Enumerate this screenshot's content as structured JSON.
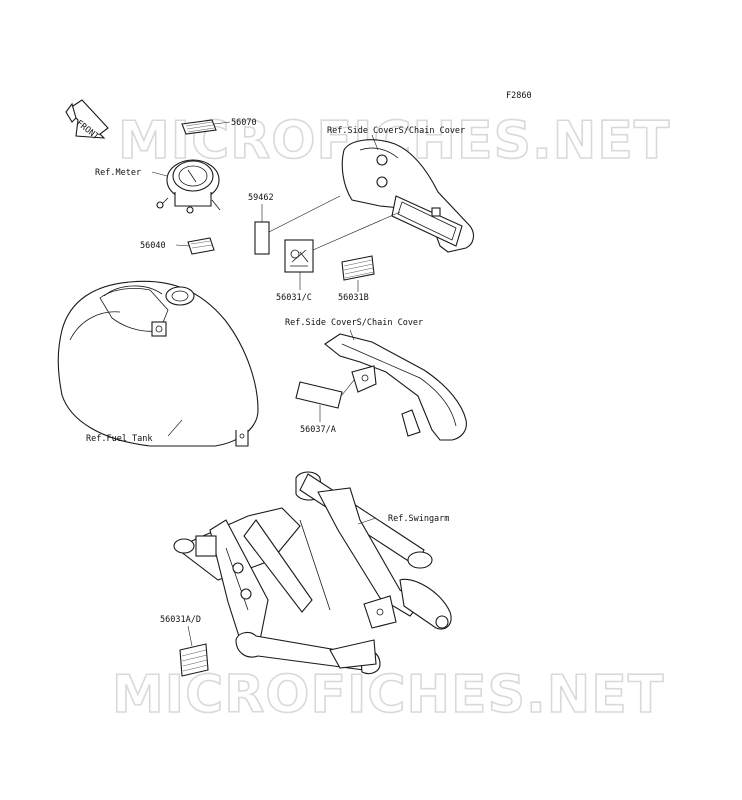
{
  "figure_id": "F2860",
  "watermark": "MICROFICHES.NET",
  "front_arrow_label": "FRONT",
  "callouts": {
    "p56070": "56070",
    "ref_meter": "Ref.Meter",
    "p56040": "56040",
    "ref_fuel_tank": "Ref.Fuel Tank",
    "ref_side_cover_1": "Ref.Side CoverS/Chain Cover",
    "p59462": "59462",
    "p56031c": "56031/C",
    "p56031b": "56031B",
    "ref_side_cover_2": "Ref.Side CoverS/Chain Cover",
    "p56037a": "56037/A",
    "ref_swingarm": "Ref.Swingarm",
    "p56031ad": "56031A/D"
  }
}
